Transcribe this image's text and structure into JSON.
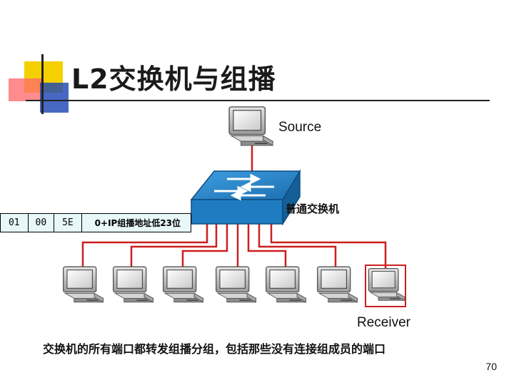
{
  "title": "L2交换机与组播",
  "labels": {
    "source": "Source",
    "switch": "普通交换机",
    "receiver": "Receiver"
  },
  "mac_header": {
    "fields": [
      "01",
      "00",
      "5E",
      "0+IP组播地址低23位"
    ]
  },
  "caption": "交换机的所有端口都转发组播分组，包括那些没有连接组成员的端口",
  "page_number": "70",
  "icons": [
    "source-computer-icon",
    "switch-icon",
    "receiver-computer-icon"
  ],
  "colors": {
    "link": "#cc1f1f",
    "switch_blue": "#2a86c8",
    "highlight": "#cc1f1f"
  },
  "receivers_count_note": "7",
  "highlighted_receiver": 7
}
